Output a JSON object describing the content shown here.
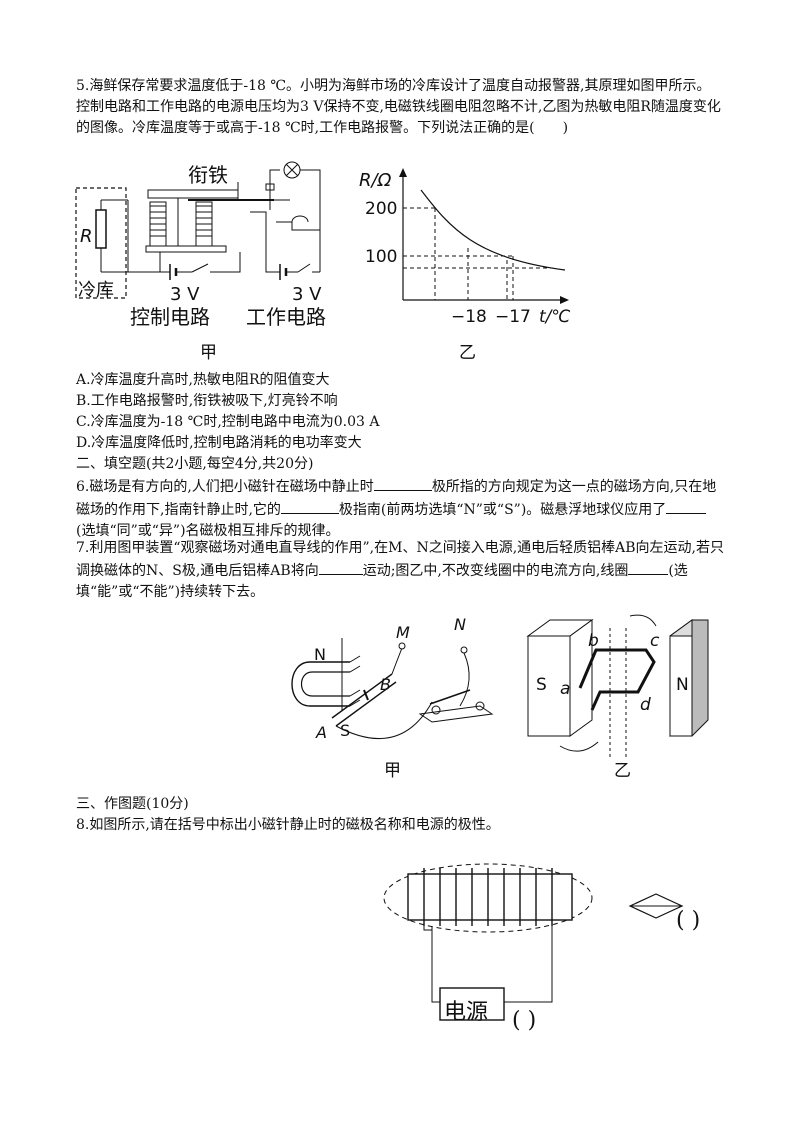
{
  "q5": {
    "text": "5.海鲜保存常要求温度低于-18 ℃。小明为海鲜市场的冷库设计了温度自动报警器,其原理如图甲所示。控制电路和工作电路的电源电压均为3 V保持不变,电磁铁线圈电阻忽略不计,乙图为热敏电阻R随温度变化的图像。冷库温度等于或高于-18 ℃时,工作电路报警。下列说法正确的是(　　)",
    "fig_jia": {
      "iron_label": "衔铁",
      "r_label": "R",
      "cold_label": "冷库",
      "v1": "3 V",
      "v2": "3 V",
      "ctrl_label": "控制电路",
      "work_label": "工作电路",
      "caption": "甲"
    },
    "fig_yi": {
      "ylabel": "R/Ω",
      "xlabel": "t/℃",
      "tick_200": "200",
      "tick_100": "100",
      "tick_m18": "−18",
      "tick_m17": "−17",
      "caption": "乙"
    },
    "options": [
      "A.冷库温度升高时,热敏电阻R的阻值变大",
      "B.工作电路报警时,衔铁被吸下,灯亮铃不响",
      "C.冷库温度为-18 ℃时,控制电路中电流为0.03 A",
      "D.冷库温度降低时,控制电路消耗的电功率变大"
    ]
  },
  "section2": "二、填空题(共2小题,每空4分,共20分)",
  "q6": {
    "p1": "6.磁场是有方向的,人们把小磁针在磁场中静止时",
    "p2": "极所指的方向规定为这一点的磁场方向,只在地磁场的作用下,指南针静止时,它的",
    "p3": "极指南(前两坊选填“N”或“S”)。磁悬浮地球仪应用了",
    "p4": "(选填“同”或“异”)名磁极相互排斥的规律。"
  },
  "q7": {
    "p1": "7.利用图甲装置“观察磁场对通电直导线的作用”,在M、N之间接入电源,通电后轻质铝棒AB向左运动,若只调换磁体的N、S极,通电后铝棒AB将向",
    "p2": "运动;图乙中,不改变线圈中的电流方向,线圈",
    "p3": "(选填“能”或“不能”)持续转下去。",
    "fig_jia": {
      "M": "M",
      "N": "N",
      "Nmag": "N",
      "S": "S",
      "A": "A",
      "B": "B",
      "caption": "甲"
    },
    "fig_yi": {
      "S": "S",
      "N": "N",
      "a": "a",
      "b": "b",
      "c": "c",
      "d": "d",
      "caption": "乙"
    }
  },
  "section3": "三、作图题(10分)",
  "q8": {
    "text": "8.如图所示,请在括号中标出小磁针静止时的磁极名称和电源的极性。",
    "power_label": "电源",
    "bracket1": "( )",
    "bracket2": "( )"
  }
}
